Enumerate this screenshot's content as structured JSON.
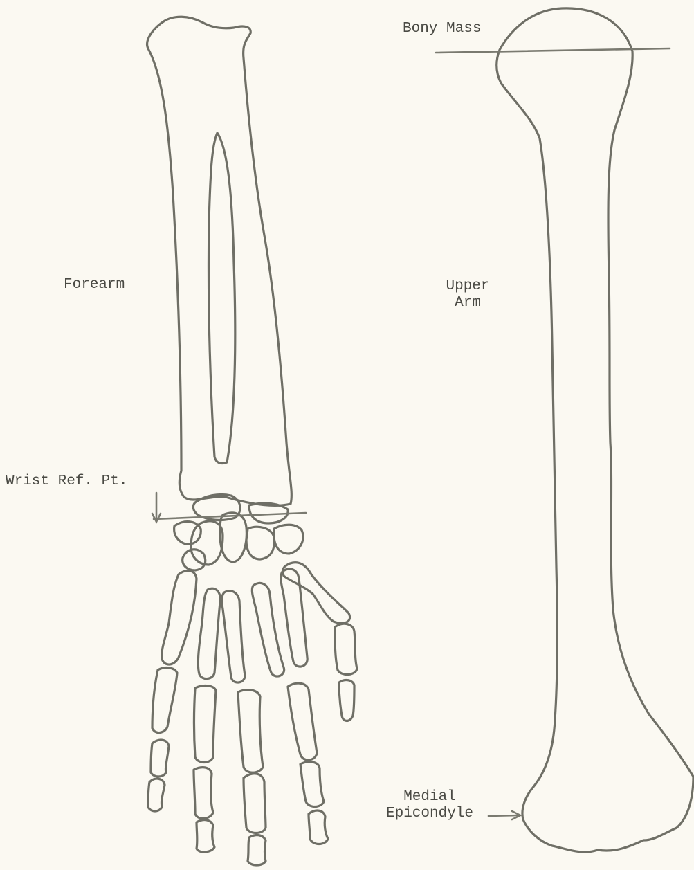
{
  "labels": {
    "forearm": "Forearm",
    "upper_arm_line1": "Upper",
    "upper_arm_line2": "Arm",
    "bony_mass": "Bony Mass",
    "wrist_ref": "Wrist Ref. Pt.",
    "medial_line1": "Medial",
    "medial_line2": "Epicondyle"
  }
}
